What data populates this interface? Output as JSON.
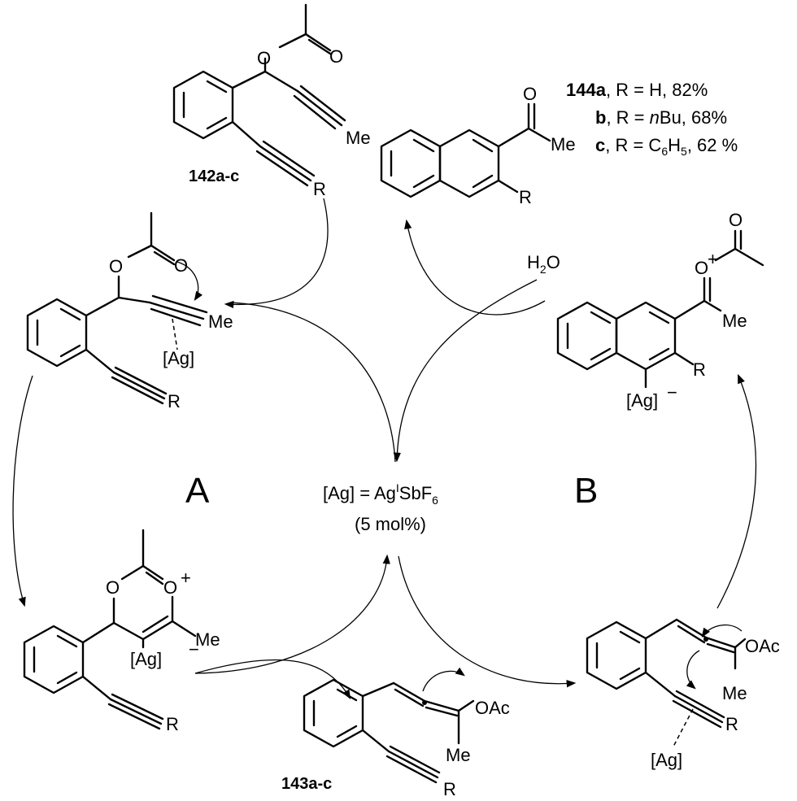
{
  "catalyst": {
    "line1": "[Ag] = Ag",
    "oxidation": "I",
    "line1b": "SbF",
    "sub6": "6",
    "line2": "(5 mol%)"
  },
  "cycles": {
    "left": "A",
    "right": "B"
  },
  "reagent": {
    "water_h": "H",
    "water_2": "2",
    "water_o": "O"
  },
  "compounds": {
    "start": "142a-c",
    "allene": "143a-c",
    "product": "144a"
  },
  "product_table": {
    "a_rest": ", R = H, 82%",
    "b_label": "b",
    "b_pre": ", R = ",
    "b_n": "n",
    "b_post": "Bu, 68%",
    "c_label": "c",
    "c_pre": ", R = C",
    "c_sub1": "6",
    "c_mid": "H",
    "c_sub2": "5",
    "c_post": ", 62 %"
  },
  "labels": {
    "O": "O",
    "Me": "Me",
    "R": "R",
    "Ag": "[Ag]",
    "OAc": "OAc",
    "plus": "+",
    "minus": "−"
  }
}
